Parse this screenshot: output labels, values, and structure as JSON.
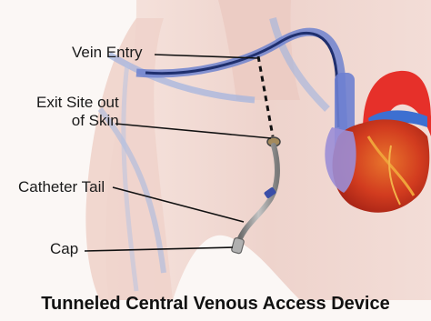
{
  "labels": {
    "vein_entry": "Vein Entry",
    "exit_site_line1": "Exit Site out",
    "exit_site_line2": "of Skin",
    "catheter_tail": "Catheter Tail",
    "cap": "Cap"
  },
  "title": "Tunneled Central Venous Access Device",
  "colors": {
    "skin": "#f0d6cf",
    "vein": "#5a6fc4",
    "catheter": "#2a3f8f",
    "heart": "#d63a22",
    "aorta": "#e8342a",
    "tubing": "#8c8c8c"
  }
}
